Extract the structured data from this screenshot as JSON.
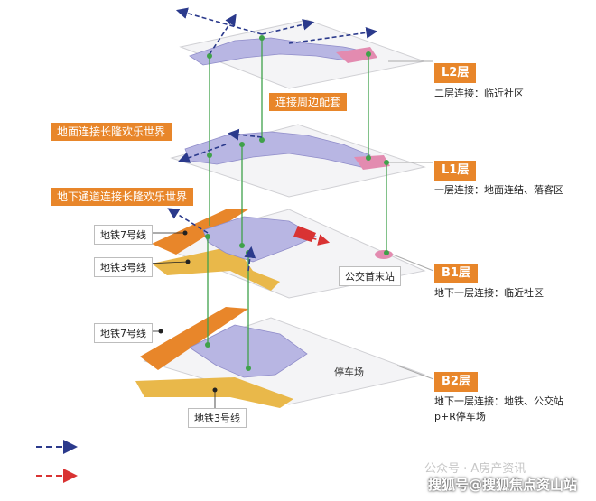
{
  "labels": {
    "surrounding": "连接周边配套",
    "ground_link": "地面连接长隆欢乐世界",
    "underground_link": "地下通道连接长隆欢乐世界",
    "line7_b1": "地铁7号线",
    "line3_b1": "地铁3号线",
    "bus_terminal": "公交首末站",
    "line7_b2": "地铁7号线",
    "parking": "停车场",
    "line3_b2": "地铁3号线"
  },
  "levels": [
    {
      "name": "L2层",
      "desc": [
        "二层连接：临近社区"
      ]
    },
    {
      "name": "L1层",
      "desc": [
        "一层连接：地面连结、落客区"
      ]
    },
    {
      "name": "B1层",
      "desc": [
        "地下一层连接：临近社区"
      ]
    },
    {
      "name": "B2层",
      "desc": [
        "地下一层连接：地铁、公交站",
        "p+R停车场"
      ]
    }
  ],
  "watermark": {
    "faint": "公众号 · A房产资讯",
    "main": "搜狐号@搜狐焦点资山站"
  },
  "colors": {
    "orange": "#e8862a",
    "lavender": "#b8b6e3",
    "yellow": "#e9b84a",
    "pink": "#e38bb0",
    "green": "#3fa14a",
    "navy": "#2b3a8c",
    "red": "#d93333"
  }
}
